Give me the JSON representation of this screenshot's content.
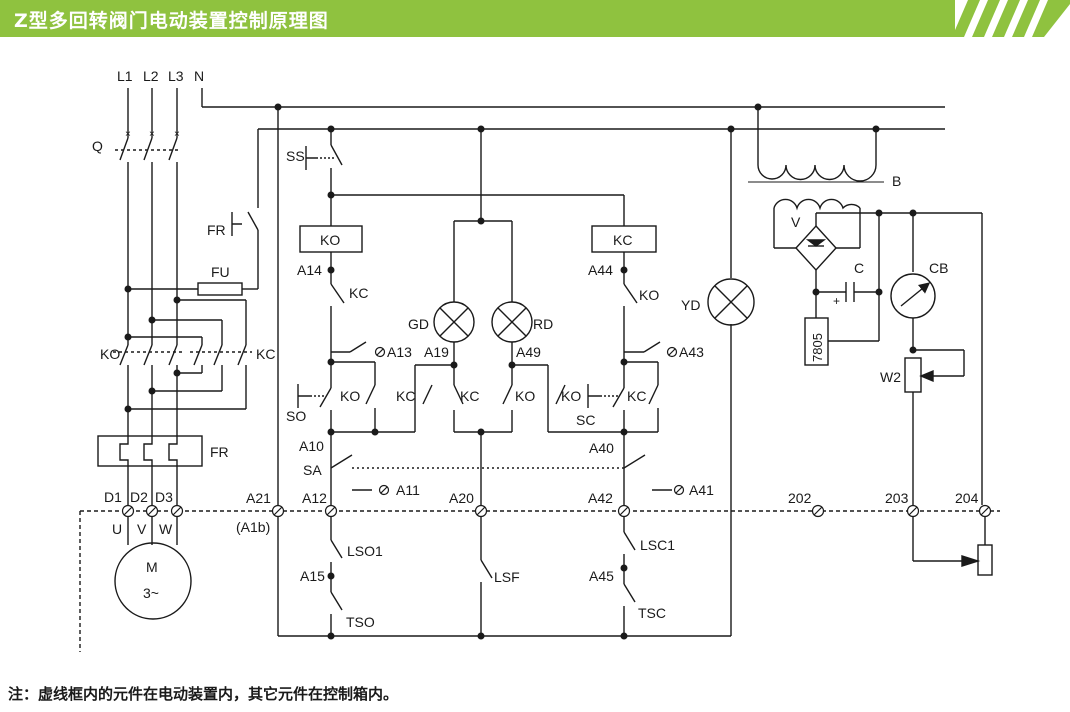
{
  "title": "Z型多回转阀门电动装置控制原理图",
  "note": "注：虚线框内的元件在电动装置内，其它元件在控制箱内。",
  "colors": {
    "header": "#8fc23f",
    "line": "#1a1a1a",
    "dashed": "#333333"
  },
  "labels": {
    "L1": "L1",
    "L2": "L2",
    "L3": "L3",
    "N": "N",
    "Q": "Q",
    "FR_top": "FR",
    "FU": "FU",
    "KO_left": "KO",
    "KC_left": "KC",
    "FR_box": "FR",
    "D1": "D1",
    "D2": "D2",
    "D3": "D3",
    "U": "U",
    "V_motor": "V",
    "W": "W",
    "M": "M",
    "M_phase": "3~",
    "SS": "SS",
    "KO_coil": "KO",
    "KC_coil": "KC",
    "A14": "A14",
    "A44": "A44",
    "KC_c1": "KC",
    "KO_c1": "KO",
    "GD": "GD",
    "RD": "RD",
    "YD": "YD",
    "A13": "A13",
    "A19": "A19",
    "A49": "A49",
    "A43": "A43",
    "SO": "SO",
    "KO_c2": "KO",
    "KC_c2": "KC",
    "KC_c3": "KC",
    "KO_c3": "KO",
    "KO_c4": "KO",
    "KC_c4": "KC",
    "SC": "SC",
    "A10": "A10",
    "A40": "A40",
    "SA": "SA",
    "A11": "A11",
    "A41": "A41",
    "A21": "A21",
    "A1b": "(A1b)",
    "A12": "A12",
    "A20": "A20",
    "A42": "A42",
    "T202": "202",
    "T203": "203",
    "T204": "204",
    "LSO1": "LSO1",
    "LSF": "LSF",
    "LSC1": "LSC1",
    "A15": "A15",
    "A45": "A45",
    "TSO": "TSO",
    "TSC": "TSC",
    "B": "B",
    "V_rect": "V",
    "C": "C",
    "CB": "CB",
    "reg": "7805",
    "plus": "+",
    "W2": "W2"
  }
}
